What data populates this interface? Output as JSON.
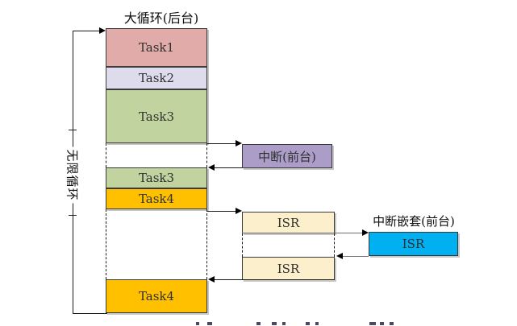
{
  "labels": {
    "title": "大循环(后台)",
    "infinite_loop": "无限循环",
    "nested_interrupt": "中断嵌套(前台)"
  },
  "colors": {
    "task1": "#e0aba8",
    "task2": "#dddbec",
    "task3": "#c1d4a0",
    "task4": "#ffc000",
    "interrupt": "#ab9dc8",
    "isr": "#fcf0cc",
    "isr_nested": "#00b0f0"
  },
  "boxes": {
    "task1": {
      "label": "Task1"
    },
    "task2": {
      "label": "Task2"
    },
    "task3_first": {
      "label": "Task3"
    },
    "task3_second": {
      "label": "Task3"
    },
    "task4_first": {
      "label": "Task4"
    },
    "task4_last": {
      "label": "Task4"
    },
    "interrupt": {
      "label": "中断(前台)"
    },
    "isr_first": {
      "label": "ISR"
    },
    "isr_second": {
      "label": "ISR"
    },
    "isr_nested": {
      "label": "ISR"
    }
  }
}
